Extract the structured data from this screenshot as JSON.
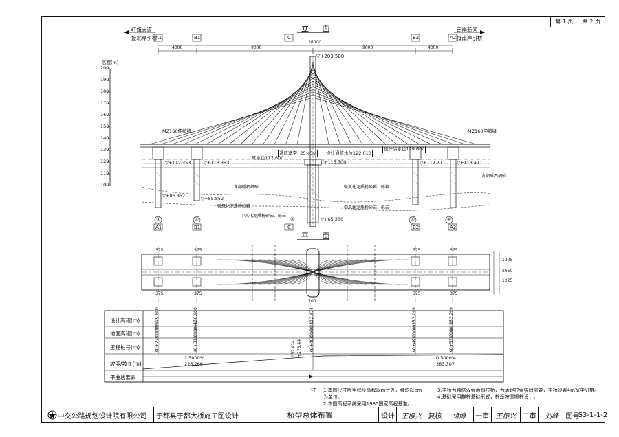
{
  "page": {
    "current": "第 1 页",
    "total": "共 2 页"
  },
  "elevation": {
    "heading": "立 面",
    "left_road": "红旗大道",
    "left_bridge": "接北岸引桥",
    "right_road": "南岸新区",
    "right_bridge": "接南岸引桥",
    "axes_top": [
      "A1",
      "B1",
      "C",
      "B2",
      "A2"
    ],
    "axes_bottom": [
      "A1",
      "B1",
      "C",
      "B2",
      "A2"
    ],
    "pier_numbers": [
      "⑥",
      "⑦",
      "⑧",
      "⑨",
      "⑩"
    ],
    "spans": [
      "4000",
      "9000",
      "26000",
      "9000",
      "4000"
    ],
    "elev_axis_label": "高程(m)",
    "elev_ticks": [
      "200",
      "190",
      "180",
      "170",
      "160",
      "150",
      "140",
      "130",
      "120",
      "110",
      "100"
    ],
    "tower_top": "▽+203.500",
    "bearing_left": "MZ160伸缩缝",
    "bearing_right": "MZ160伸缩缝",
    "nav_clear": "通航净空: 25×6m",
    "design_flood": "设计通航水位122.010",
    "design_water": "设计洪水位129.600",
    "normal_water": "常水位117.600",
    "pier_elevs": [
      "▽+112.353",
      "▽+113.353",
      "▽+115.500",
      "▽+112.771",
      "▽+113.471"
    ],
    "bottom_elevs": [
      "▽+86.852",
      "▽+85.852",
      "▽+65.300"
    ],
    "soil_labels": [
      "含卵砾石细砂",
      "微风化泥质粉砂岩、砾岩",
      "强风化泥质粉砂岩",
      "中风化泥质粉砂岩、砾岩",
      "含卵砾石细砂",
      "中风化泥质粉砂岩、砾岩"
    ]
  },
  "plan": {
    "heading": "平 面",
    "dims_top": [
      "375",
      "375",
      "375",
      "375"
    ],
    "dims_bottom": [
      "375",
      "375",
      "375",
      "375"
    ],
    "tower_dim": "700",
    "right_dims": [
      "1325",
      "1325",
      "2650"
    ]
  },
  "profile_table": {
    "rows": [
      {
        "label": "设计高程(m)"
      },
      {
        "label": "地面高程(m)"
      },
      {
        "label": "里程桩号(m)"
      },
      {
        "label": "坡度/坡长(m)"
      },
      {
        "label": "平曲线要素"
      }
    ],
    "grade_left": "2.5000%",
    "grade_left_len": "226.266",
    "grade_right": "0.5000%",
    "grade_right_len": "383.307",
    "vc_values": [
      "132.474",
      "+276.44"
    ],
    "stations": [
      "K0+278.000",
      "K0+318.000",
      "K0+408.000",
      "K0+498.000",
      "K0+538.000"
    ],
    "design_elevs": [
      "129.800",
      "130.900",
      "132.474",
      "133.099",
      "133.299"
    ],
    "ground_elevs": [
      "112.991",
      "113.447",
      "114.340",
      "113.925",
      "114.196"
    ]
  },
  "notes": {
    "label": "注",
    "items": [
      "1.本图尺寸除里程及高程以m计外，余均以cm为单位。",
      "2.本图高程系统采用1985国家高程基准。",
      "3.主桥为独塔双索面斜拉桥，为满足拉索锚固需要，主桥设置4m宽中分带。",
      "4.基础采用群桩基础形式，桩基按摩擦桩设计。"
    ]
  },
  "title_block": {
    "institute": "中交公路规划设计院有限公司",
    "project": "于都县于都大桥施工图设计",
    "drawing_title": "桥型总体布置",
    "design_label": "设计",
    "design_sig": "王振兴",
    "review_label": "复核",
    "review_sig": "胡博",
    "check1_label": "一审",
    "check1_sig": "王振兴",
    "check2_label": "二审",
    "check2_sig": "刘峰",
    "drawing_no_label": "图号",
    "drawing_no": "S3-1-1-2"
  }
}
